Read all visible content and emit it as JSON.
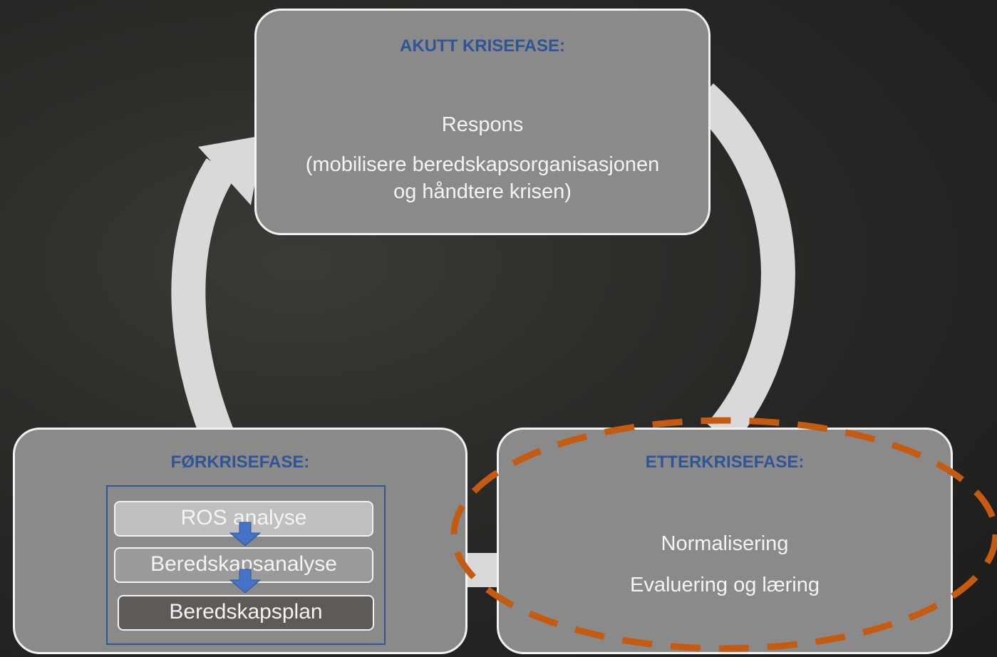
{
  "diagram": {
    "top_box": {
      "title": "AKUTT KRISEFASE:",
      "line1": "Respons",
      "line2": "(mobilisere beredskapsorganisasjonen",
      "line3": "og håndtere krisen)"
    },
    "left_box": {
      "title": "FØRKRISEFASE:",
      "steps": [
        "ROS analyse",
        "Beredskapsanalyse",
        "Beredskapsplan"
      ]
    },
    "right_box": {
      "title": "ETTERKRISEFASE:",
      "line1": "Normalisering",
      "line2": "Evaluering og læring"
    }
  },
  "colors": {
    "title_blue": "#2f5597",
    "box_fill": "#8a8a8a",
    "cycle_arrow": "#d9d9d9",
    "highlight_dash": "#c55a11",
    "step_arrow": "#4472c4"
  }
}
